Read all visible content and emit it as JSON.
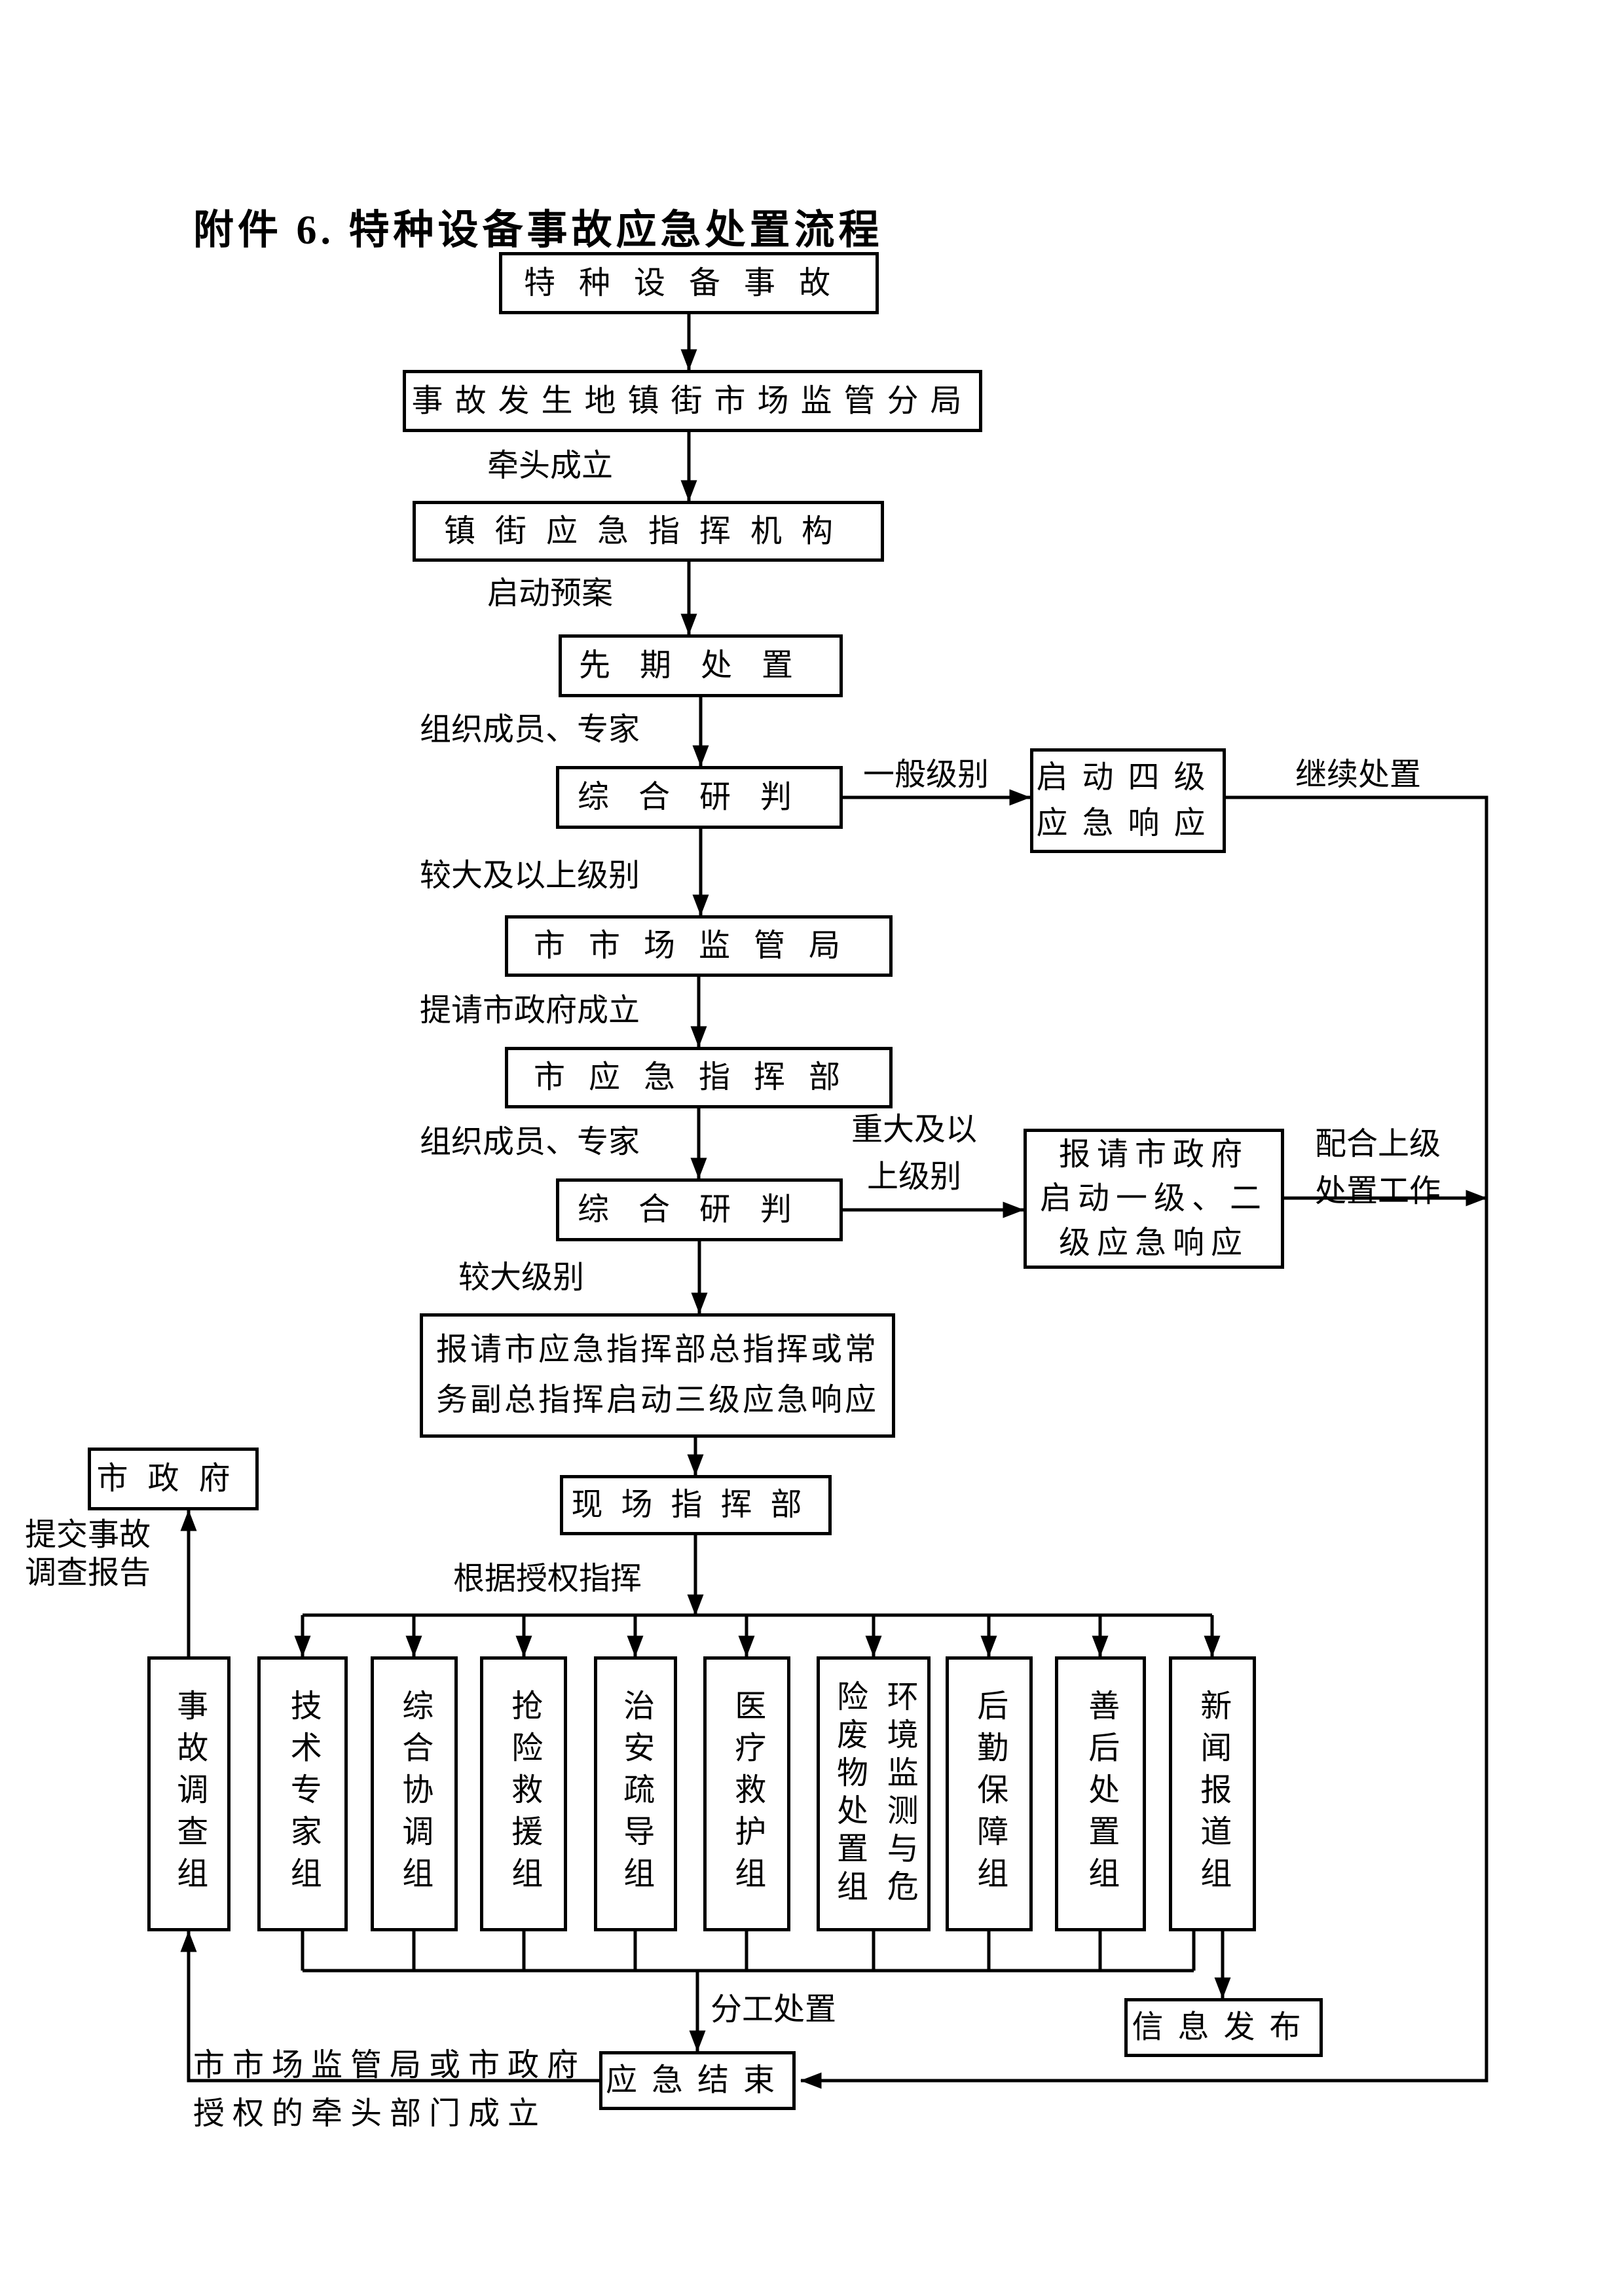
{
  "title": "附件 6. 特种设备事故应急处置流程",
  "colors": {
    "line": "#000000",
    "background": "#ffffff",
    "text": "#000000"
  },
  "nodes": {
    "start": "特种设备事故",
    "branch_bureau": "事故发生地镇街市场监管分局",
    "town_command": "镇街应急指挥机构",
    "initial_disposal": "先期处置",
    "judgment1": "综合研判",
    "level4_response": "启动四级\n应急响应",
    "city_bureau": "市市场监管局",
    "city_command": "市应急指挥部",
    "judgment2": "综合研判",
    "level12_response": "报请市政府\n启动一级、二\n级应急响应",
    "level3_response": "报请市应急指挥部总指挥或常\n务副总指挥启动三级应急响应",
    "scene_command": "现场指挥部",
    "city_gov": "市政府",
    "info_release": "信息发布",
    "emergency_end": "应急结束"
  },
  "labels": {
    "lead_setup": "牵头成立",
    "start_plan": "启动预案",
    "organize_members_1": "组织成员、专家",
    "general_level": "一般级别",
    "continue_disposal": "继续处置",
    "major_and_above_level": "较大及以上级别",
    "request_city_gov": "提请市政府成立",
    "organize_members_2": "组织成员、专家",
    "serious_and_above_level": "重大及以\n上级别",
    "cooperate_superior": "配合上级\n处置工作",
    "major_level": "较大级别",
    "authorized_command": "根据授权指挥",
    "submit_report": "提交事故\n调查报告",
    "division_disposal": "分工处置",
    "end_note": "市市场监管局或市政府\n授权的牵头部门成立"
  },
  "groups": [
    "事故调查组",
    "技术专家组",
    "综合协调组",
    "抢险救援组",
    "治安疏导组",
    "医疗救护组",
    "环境监测与危\n险废物处置组",
    "后勤保障组",
    "善后处置组",
    "新闻报道组"
  ]
}
